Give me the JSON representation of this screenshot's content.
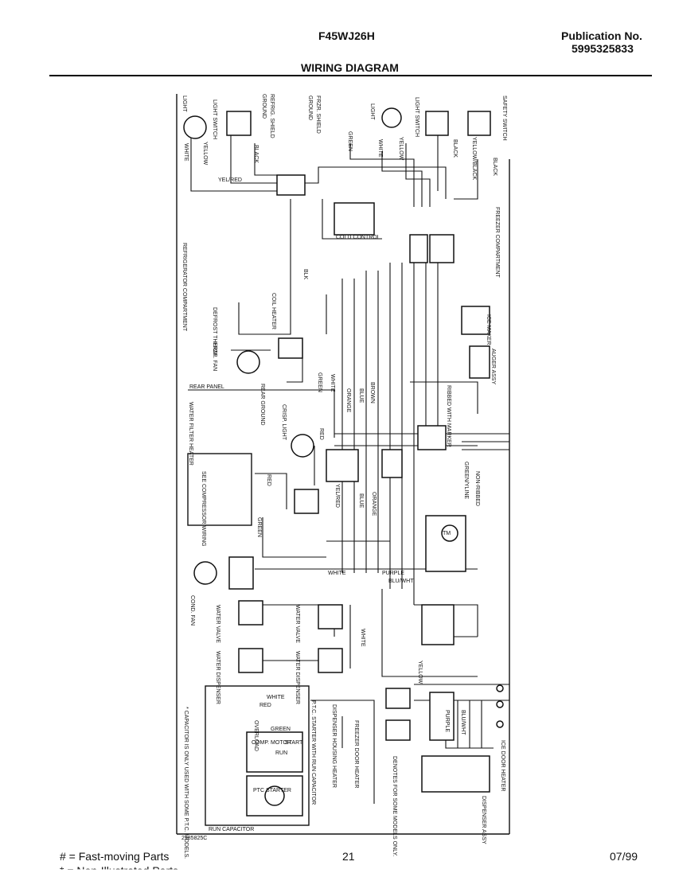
{
  "header": {
    "model": "F45WJ26H",
    "publication_label": "Publication No.",
    "publication_number": "5995325833",
    "title": "WIRING DIAGRAM"
  },
  "footer": {
    "legend_fast": "# = Fast-moving Parts",
    "legend_non_illustrated": "* = Non-Illustrated Parts",
    "page": "21",
    "date": "07/99"
  },
  "labels": {
    "light": "LIGHT",
    "light_switch": "LIGHT SWITCH",
    "refrig_shield": "REFRIG. SHIELD",
    "ground": "GROUND",
    "frzr_shield": "FRZR. SHIELD",
    "safety_switch": "SAFETY SWITCH",
    "white": "WHITE",
    "yellow": "YELLOW",
    "black": "BLACK",
    "green": "GREEN",
    "yel_blk": "YELLOW/BLK",
    "yel_red": "YEL/RED",
    "yellow_black": "YELLOW/BLACK",
    "cold_control": "COLD CONTROL",
    "freezer_compartment": "FREEZER COMPARTMENT",
    "refrigerator_compartment": "REFRIGERATOR COMPARTMENT",
    "coil_heater": "COIL HEATER",
    "blk": "BLK",
    "defrost_therm": "DEFROST THERM.",
    "frzr_fan": "FRZR. FAN",
    "ice_maker": "ICE MAKER",
    "auger_assy": "AUGER ASSY",
    "rear_panel": "REAR PANEL",
    "rear_ground": "REAR GROUND",
    "water_filter_heater": "WATER FILTER HEATER",
    "crisper_light": "CRISP. LIGHT",
    "ribbed_with_marker": "RIBBED WITH MARKER",
    "see_compressor_wiring": "SEE COMPRESSOR WIRING",
    "cond_fan": "COND. FAN",
    "brown": "BROWN",
    "blue": "BLUE",
    "orange": "ORANGE",
    "red": "RED",
    "purple": "PURPLE",
    "blu_wht": "BLU/WHT",
    "non_ribbed": "NON-RIBBED",
    "green_yline": "GREEN/YLINE",
    "water_valve": "WATER VALVE",
    "water_dispenser": "WATER DISPENSER",
    "overload": "OVERLOAD",
    "comp_motor": "COMP. MOTOR",
    "run": "RUN",
    "start": "START",
    "ptc_starter": "PTC STARTER",
    "ptc_run_cap": "P.T.C. STARTER WITH RUN CAPACITOR",
    "capacitor_note": "* CAPACITOR IS ONLY USED WITH SOME P.T.C. MODELS.",
    "run_capacitor": "RUN CAPACITOR",
    "dispenser_housing_heater": "DISPENSER HOUSING HEATER",
    "freezer_door_heater": "FREEZER DOOR HEATER",
    "denotes_some_models": "DENOTES FOR SOME MODELS ONLY.",
    "ice_door_heater": "ICE DOOR HEATER",
    "dispenser_assy": "DISPENSER ASSY",
    "doc_number": "2185825C",
    "tm": "TM"
  }
}
